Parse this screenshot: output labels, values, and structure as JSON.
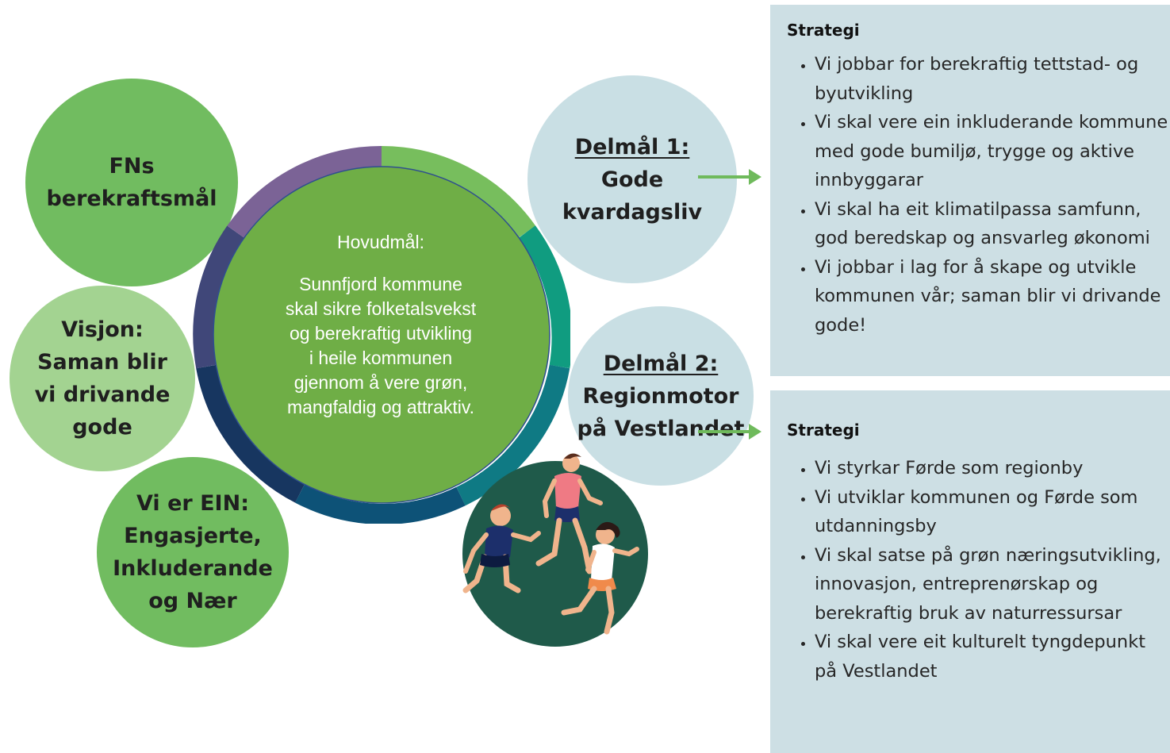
{
  "left_circles": {
    "fns": [
      "FNs",
      "berekraftsmål"
    ],
    "visjon": [
      "Visjon:",
      "Saman blir",
      "vi drivande",
      "gode"
    ],
    "ein": [
      "Vi er EIN:",
      "Engasjerte,",
      "Inkluderande",
      "og Nær"
    ]
  },
  "main_goal": {
    "heading": "Hovudmål:",
    "lines": [
      "Sunnfjord kommune",
      "skal sikre folketalsvekst",
      "og berekraftig utvikling",
      "i heile kommunen",
      "gjennom å vere grøn,",
      "mangfaldig og attraktiv."
    ]
  },
  "delmal_1": {
    "title": "Delmål 1:",
    "lines": [
      "Gode",
      "kvardagsliv"
    ]
  },
  "delmal_2": {
    "title": "Delmål 2:",
    "lines": [
      "Regionmotor",
      "på Vestlandet"
    ]
  },
  "strategy_1": {
    "heading": "Strategi",
    "items": [
      "Vi jobbar for berekraftig tettstad- og byutvikling",
      "Vi skal vere ein inkluderande kommune med gode bumiljø, trygge og aktive innbyggarar",
      "Vi skal ha eit klimatilpassa samfunn, god beredskap og ansvarleg økonomi",
      "Vi jobbar i lag for å skape og utvikle kommunen vår; saman blir vi drivande gode!"
    ]
  },
  "strategy_2": {
    "heading": "Strategi",
    "items": [
      "Vi styrkar Førde som regionby",
      "Vi utviklar kommunen og Førde som utdanningsby",
      "Vi skal satse på grøn næringsutvikling, innovasjon, entreprenørskap og berekraftig bruk av naturressursar",
      "Vi skal vere eit kulturelt tyngdepunkt på Vestlandet"
    ]
  },
  "colors": {
    "green_dark": "#71bc60",
    "green_light": "#a3d391",
    "main_circle": "#6fae46",
    "blue_circle": "#c9dfe4",
    "panel": "#cddfe4",
    "arrow": "#6fba5c",
    "kids_bg": "#1f5a4a"
  }
}
